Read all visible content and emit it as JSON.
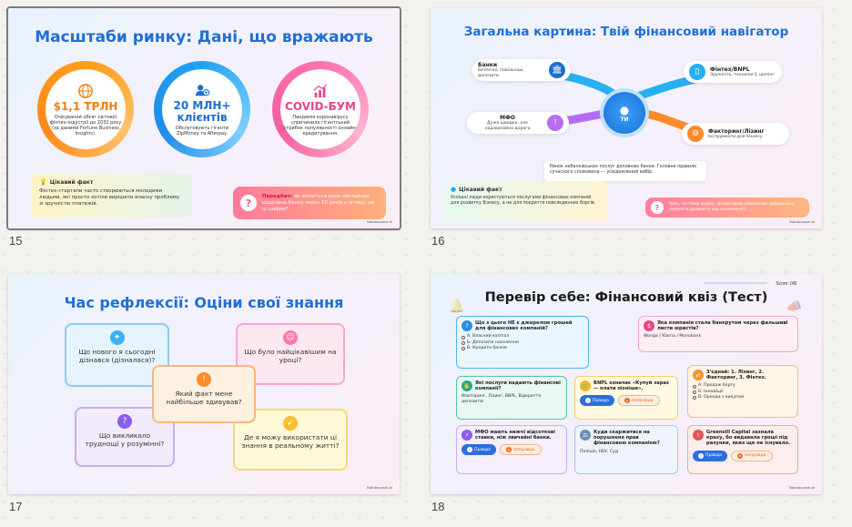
{
  "slides": [
    {
      "number": "15"
    },
    {
      "number": "16"
    },
    {
      "number": "17"
    },
    {
      "number": "18"
    }
  ],
  "slide15": {
    "title": "Масштаби ринку: Дані, що вражають",
    "circles": [
      {
        "big": "$1,1 ТРЛН",
        "small": "Очікуваний обсяг світової фінтех-індустрії до 2032 року (за даними Fortune Business Insights).",
        "icon": "globe-icon"
      },
      {
        "big": "20 МЛН+ клієнтів",
        "small": "Обслуговують гіганти ZipMoney та Afterpay.",
        "icon": "users-icon"
      },
      {
        "big": "COVID-БУМ",
        "small": "Пандемія коронавірусу спричинила гігантський стрибок популярності онлайн-кредитування.",
        "icon": "chart-growth-icon"
      }
    ],
    "fact_title": "Цікавий факт",
    "fact_text": "Фінтех-стартапи часто створюються молодими людьми, які просто хотіли вирішити власну проблему зі зручністю платежів.",
    "predict_label": "Передбач:",
    "predict_text": " як зміниться роль звичайних відділень банку через 10 років з огляду на ці цифри?",
    "logo": "Naholzuvach.AI"
  },
  "slide16": {
    "title": "Загальна картина: Твій фінансовий навігатор",
    "nodes": [
      {
        "title": "Банки",
        "sub": "Безпечні, повільніші, депозити",
        "icon": "bank-icon"
      },
      {
        "title": "Фінтех/BNPL",
        "sub": "Зручність, технології, шопінг",
        "icon": "phone-icon"
      },
      {
        "title": "МФО",
        "sub": "Дуже швидко, але надзвичайно дорого",
        "icon": "warning-icon"
      },
      {
        "title": "Факторинг/Лізинг",
        "sub": "Інструменти для бізнесу",
        "icon": "gears-icon"
      }
    ],
    "center": "ТИ",
    "summary": "Ринок небанківських послуг доповнює банки. Головне правило сучасного споживача — усвідомлений вибір.",
    "fact_title": "Цікавий факт",
    "fact_text": "Успішні люди користуються послугами фінансових компаній для розвитку бізнесу, а не для покриття повсякденних боргів.",
    "question": "Чому, на твою думку, фінансовим компаніям заборонено залучати депозити від населення?",
    "logo": "Naholzuvach.AI"
  },
  "slide17": {
    "title": "Час рефлексії: Оціни свої знання",
    "cards": [
      {
        "text": "Що нового я сьогодні дізнався (дізналася)?",
        "icon": "lightbulb-icon"
      },
      {
        "text": "Що було найцікавішим на уроці?",
        "icon": "smile-icon"
      },
      {
        "text": "Який факт мене найбільше здивував?",
        "icon": "exclamation-icon"
      },
      {
        "text": "Що викликало труднощі у розумінні?",
        "icon": "question-icon"
      },
      {
        "text": "Де я можу використати ці знання в реальному житті?",
        "icon": "rocket-icon"
      }
    ],
    "logo": "Naholzuvach.AI"
  },
  "slide18": {
    "title": "Перевір себе: Фінансовий квіз (Тест)",
    "score": "Score: 0/8",
    "true_label": "Правда",
    "false_label": "Неправда",
    "q1": {
      "q": "Що з цього НЕ є джерелом грошей для фінансових компаній?",
      "opts": [
        "А: Власний капітал",
        "Б: Депозити населення",
        "В: Кредити банків"
      ]
    },
    "q2": {
      "q": "Яка компанія стала банкрутом через фальшиві листи юристів?",
      "ans": "Wonga / Klarna / Monobank"
    },
    "q3": {
      "q": "Які послуги надають фінансові компанії?",
      "ans": "Факторинг, Лізинг, BNPL, Відкриття депозитів"
    },
    "q4": {
      "q": "BNPL означає «Купуй зараз — плати пізніше»."
    },
    "q5": {
      "q": "З'єднай: 1. Лізинг, 2. Факторинг, 3. Фінтех.",
      "opts": [
        "А: Продаж боргу",
        "Б: Інновації",
        "В: Оренда з викупом"
      ]
    },
    "q6": {
      "q": "МФО мають нижчі відсоткові ставки, ніж звичайні банки."
    },
    "q7": {
      "q": "Куди скаржитися на порушення прав фінансовою компанією?",
      "ans": "Поліція, НБУ, Суд"
    },
    "q8": {
      "q": "Greensill Capital зазнала краху, бо видавала гроші під рахунки, яких ще не існувало."
    },
    "logo": "Naholzuvach.AI"
  }
}
